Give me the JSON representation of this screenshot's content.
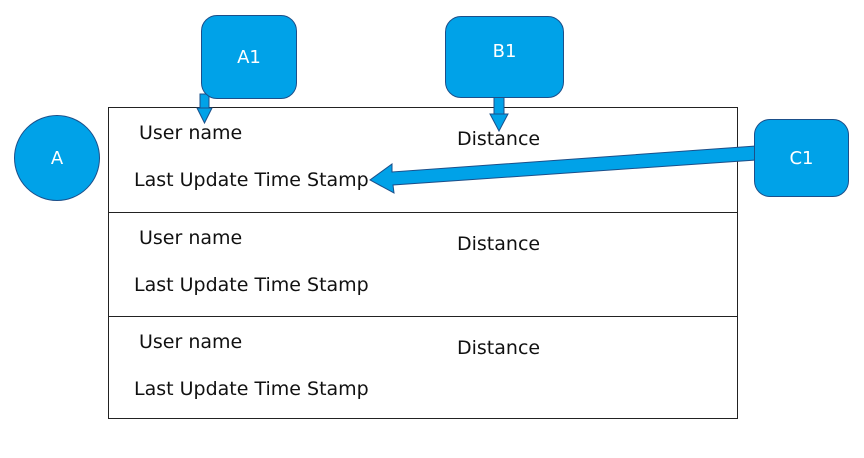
{
  "callouts": {
    "a": "A",
    "a1": "A1",
    "b1": "B1",
    "c1": "C1"
  },
  "rows": [
    {
      "user_name": "User name",
      "distance": "Distance",
      "timestamp": "Last Update Time Stamp"
    },
    {
      "user_name": "User name",
      "distance": "Distance",
      "timestamp": "Last Update Time Stamp"
    },
    {
      "user_name": "User name",
      "distance": "Distance",
      "timestamp": "Last Update Time Stamp"
    }
  ],
  "colors": {
    "callout_fill": "#00a2e8",
    "callout_border": "#1b4f8a",
    "list_border": "#222222"
  }
}
